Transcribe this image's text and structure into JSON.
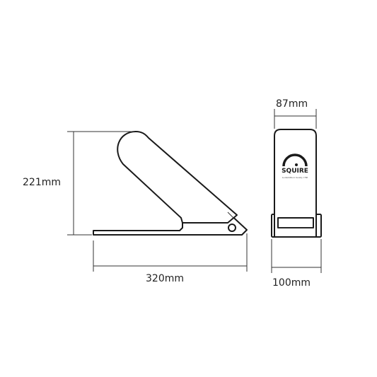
{
  "dimensions": {
    "height_label": "221mm",
    "length_label": "320mm",
    "top_width_label": "87mm",
    "base_width_label": "100mm"
  },
  "logo": {
    "brand": "SQUIRE",
    "tagline": "Locksmiths to Society 1780"
  },
  "colors": {
    "line": "#1a1a1a",
    "background": "#ffffff"
  }
}
